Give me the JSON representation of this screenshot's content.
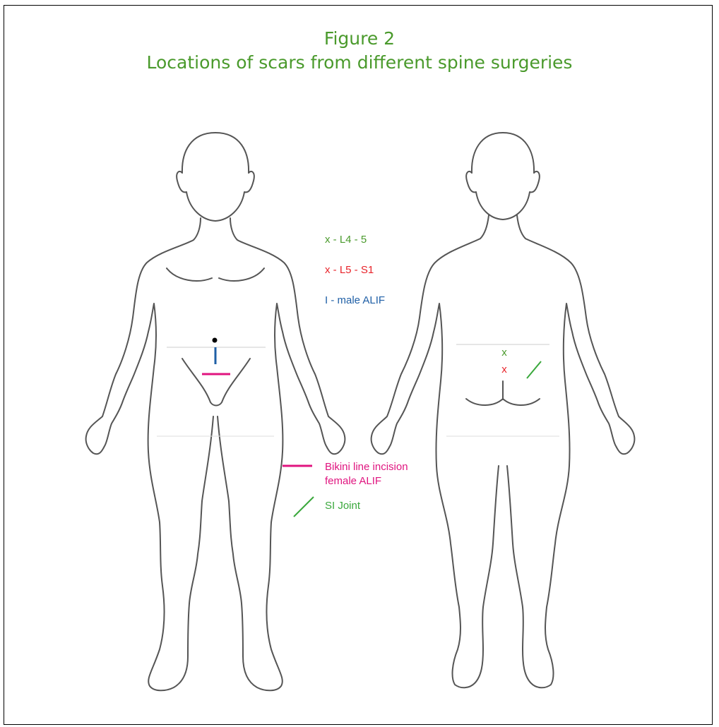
{
  "figure": {
    "label": "Figure 2",
    "title": "Locations of scars from different spine surgeries"
  },
  "legend": {
    "l45": {
      "text": "x - L4 - 5",
      "color": "#4a9a2c"
    },
    "l5s1": {
      "text": "x - L5 - S1",
      "color": "#e8232a"
    },
    "male_alif": {
      "text": "I - male ALIF",
      "color": "#1f5fa6"
    },
    "bikini_line1": {
      "text": "Bikini line incision",
      "color": "#e0147f"
    },
    "bikini_line2": {
      "text": "female ALIF",
      "color": "#e0147f"
    },
    "si_joint": {
      "text": "SI Joint",
      "color": "#3aa83c"
    }
  },
  "markers": {
    "back_l45": "x",
    "back_l5s1": "x"
  },
  "colors": {
    "title": "#4a9a2c",
    "outline": "#555555",
    "male_alif": "#1f5fa6",
    "female_alif": "#e0147f",
    "si_joint": "#3aa83c",
    "l45": "#4a9a2c",
    "l5s1": "#e8232a"
  }
}
